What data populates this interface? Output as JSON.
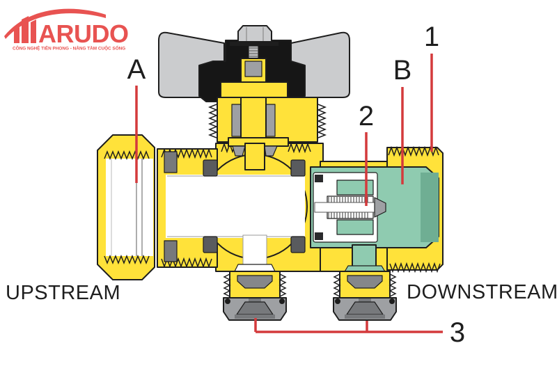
{
  "logo": {
    "brand": "HARUDO",
    "brand_display": "ARUDO",
    "tagline": "CÔNG NGHỆ TIÊN PHONG - NÂNG TẦM CUỘC SỐNG",
    "color": "#E85351"
  },
  "labels": {
    "upstream": "UPSTREAM",
    "downstream": "DOWNSTREAM"
  },
  "callouts": {
    "a": "A",
    "b": "B",
    "c1": "1",
    "c2": "2",
    "c3": "3"
  },
  "colors": {
    "brass_yellow": "#FFE23A",
    "cartridge_green": "#8FCBB0",
    "cartridge_green_dark": "#6FAE93",
    "handle_gray": "#CBCCCE",
    "cap_gray": "#9EA0A3",
    "seal_gray": "#77797C",
    "seat_gray": "#595B5E",
    "leader_red": "#D43A3C",
    "outline_black": "#1E1E1E",
    "hub_black": "#161616"
  }
}
